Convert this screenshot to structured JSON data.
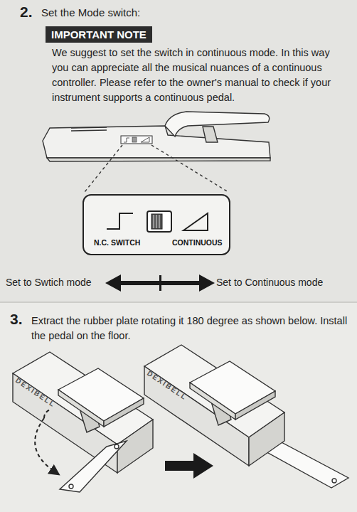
{
  "diagram": {
    "nodes": [
      {
        "text": [
          "IMPORTANT NOTE"
        ]
      },
      {
        "text": [
          "N.C. SWITCH",
          "CONTINUOUS"
        ]
      }
    ],
    "labels": [
      "2.",
      "Set the Mode switch:",
      "We suggest to set the switch in continuous mode. In this way you can appreciate all the musical nuances of a continuous controller. Please refer to the owner's manual to check if your instrument supports a continuous pedal.",
      "Set to Swtich mode",
      "Set to Continuous mode",
      "3.",
      "Extract the rubber plate rotating it 180 degree as shown below. Install the pedal on the floor.",
      "DEXIBELL",
      "DEXIBELL"
    ]
  }
}
